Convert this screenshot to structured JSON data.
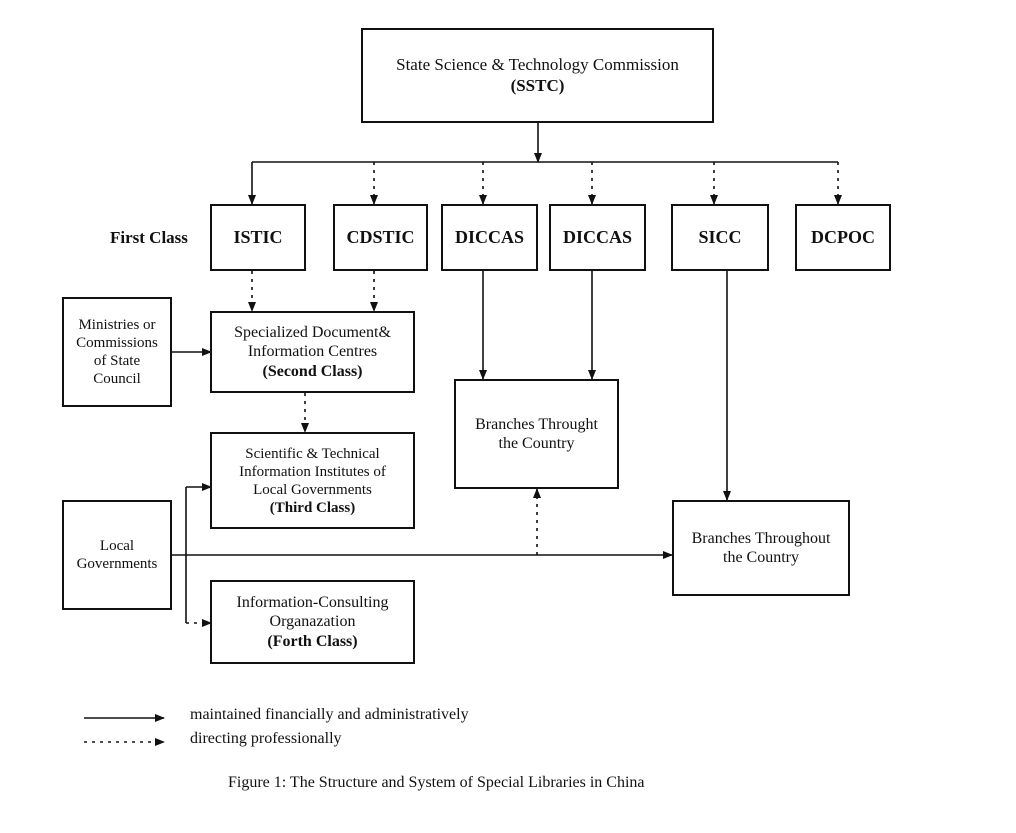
{
  "sstc": {
    "line1": "State Science & Technology Commission",
    "line2": "(SSTC)"
  },
  "first_class_label": "First Class",
  "first_class": [
    "ISTIC",
    "CDSTIC",
    "DICCAS",
    "DICCAS",
    "SICC",
    "DCPOC"
  ],
  "ministries": {
    "l1": "Ministries or",
    "l2": "Commissions",
    "l3": "of State",
    "l4": "Council"
  },
  "second_class": {
    "l1": "Specialized  Document&",
    "l2": "Information Centres",
    "l3": "(Second Class)"
  },
  "third_class": {
    "l1": "Scientific & Technical",
    "l2": "Information Institutes of",
    "l3": "Local Governments",
    "l4": "(Third Class)"
  },
  "forth_class": {
    "l1": "Information-Consulting",
    "l2": "Organazation",
    "l3": "(Forth  Class)"
  },
  "local_gov": {
    "l1": "Local",
    "l2": "Governments"
  },
  "branches_left": {
    "l1": "Branches Throught",
    "l2": "the Country"
  },
  "branches_right": {
    "l1": "Branches Throughout",
    "l2": "the  Country"
  },
  "legend": {
    "solid": "maintained financially and administratively",
    "dotted": "directing professionally"
  },
  "caption": "Figure 1: The Structure and System of  Special Libraries in China"
}
